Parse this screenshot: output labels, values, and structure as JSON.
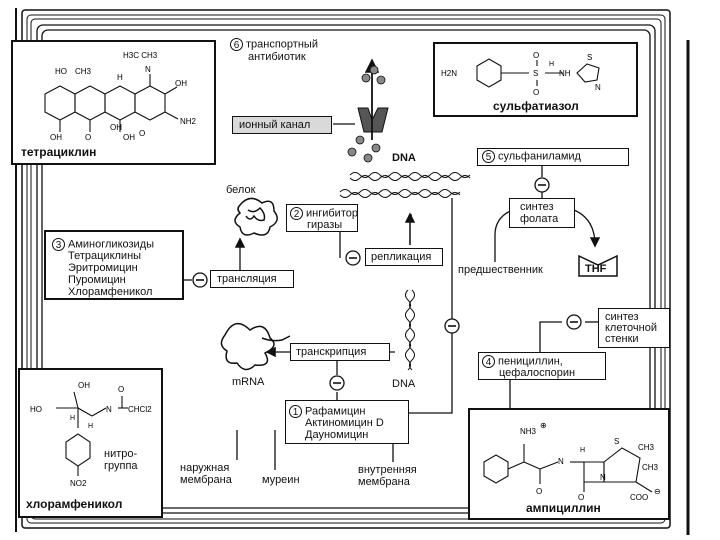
{
  "tetracycline": {
    "name": "тетрациклин",
    "atoms": {
      "ho": "HO",
      "ch3": "CH3",
      "h3c_n_ch3": "H3C   CH3",
      "n": "N",
      "h": "H",
      "oh1": "OH",
      "oh2": "OH",
      "oh3": "OH",
      "oh4": "OH",
      "o1": "O",
      "o2": "O",
      "nh2": "NH2"
    }
  },
  "transport_antibiotic": {
    "number": "6",
    "label1": "транспортный",
    "label2": "антибиотик"
  },
  "ion_channel": {
    "label": "ионный канал"
  },
  "sulfathiazole": {
    "name": "сульфатиазол",
    "atoms": {
      "h2n": "H2N",
      "s1": "S",
      "s2": "S",
      "o1": "O",
      "o2": "O",
      "n": "N",
      "nh": "NH",
      "h": "H"
    }
  },
  "dna_top": {
    "label": "DNA"
  },
  "sulfanilamide": {
    "number": "5",
    "label": "сульфаниламид"
  },
  "folate_synthesis": {
    "label1": "синтез",
    "label2": "фолата"
  },
  "precursor": {
    "label": "предшественник"
  },
  "thf": {
    "label": "THF"
  },
  "protein": {
    "label": "белок"
  },
  "gyrase_inhibitor": {
    "number": "2",
    "label1": "ингибитор",
    "label2": "гиразы"
  },
  "replication": {
    "label": "репликация"
  },
  "translation": {
    "label": "трансляция"
  },
  "group3": {
    "number": "3",
    "items": [
      "Аминогликозиды",
      "Тетрациклины",
      "Эритромицин",
      "Пуромицин",
      "Хлорамфеникол"
    ]
  },
  "cell_wall_synthesis": {
    "label1": "синтез",
    "label2": "клеточной",
    "label3": "стенки"
  },
  "transcription": {
    "label": "транскрипция"
  },
  "mrna": {
    "label": "mRNA"
  },
  "dna_bottom": {
    "label": "DNA"
  },
  "penicillin": {
    "number": "4",
    "label1": "пенициллин,",
    "label2": "цефалоспорин"
  },
  "chloramphenicol": {
    "name": "хлорамфеникол",
    "atoms": {
      "oh": "OH",
      "ho": "HO",
      "h1": "H",
      "h2": "H",
      "o": "O",
      "n": "N",
      "chcl2": "CHCl2",
      "no2": "NO2"
    },
    "nitro1": "нитро-",
    "nitro2": "группа"
  },
  "group1": {
    "number": "1",
    "items": [
      "Рафамицин",
      "Актиномицин D",
      "Дауномицин"
    ]
  },
  "membranes": {
    "outer1": "наружная",
    "outer2": "мембрана",
    "murein": "муреин",
    "inner1": "внутренняя",
    "inner2": "мембрана"
  },
  "ampicillin": {
    "name": "ампициллин",
    "atoms": {
      "nh3": "NH3",
      "plus": "⊕",
      "s": "S",
      "h": "H",
      "o1": "O",
      "o2": "O",
      "n": "N",
      "nh": "N",
      "coo": "COO",
      "minus": "⊖",
      "ch3a": "CH3",
      "ch3b": "CH3"
    }
  },
  "inhibit_sign": "−"
}
